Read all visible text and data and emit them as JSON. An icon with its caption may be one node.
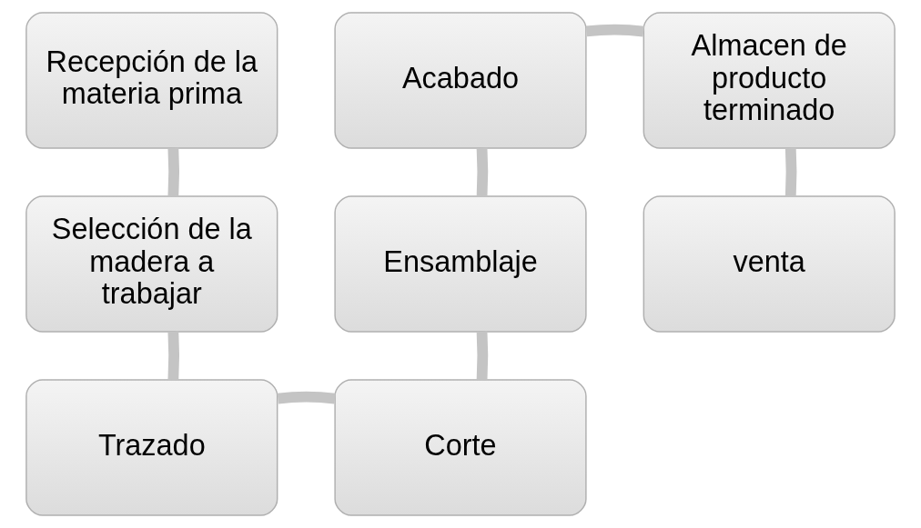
{
  "diagram": {
    "nodes": [
      {
        "text": [
          "Recepción de la materia prima"
        ]
      },
      {
        "text": [
          "Selección de la madera a trabajar"
        ]
      },
      {
        "text": [
          "Trazado"
        ]
      },
      {
        "text": [
          "Corte"
        ]
      },
      {
        "text": [
          "Ensamblaje"
        ]
      },
      {
        "text": [
          "Acabado"
        ]
      },
      {
        "text": [
          "Almacen de producto terminado"
        ]
      },
      {
        "text": [
          "venta"
        ]
      }
    ],
    "edges": [
      {
        "from": 0,
        "to": 1,
        "arrow": "none"
      },
      {
        "from": 1,
        "to": 2,
        "arrow": "none"
      },
      {
        "from": 2,
        "to": 3,
        "arrow": "none"
      },
      {
        "from": 3,
        "to": 4,
        "arrow": "none"
      },
      {
        "from": 4,
        "to": 5,
        "arrow": "none"
      },
      {
        "from": 5,
        "to": 6,
        "arrow": "none"
      },
      {
        "from": 6,
        "to": 7,
        "arrow": "none"
      }
    ]
  }
}
